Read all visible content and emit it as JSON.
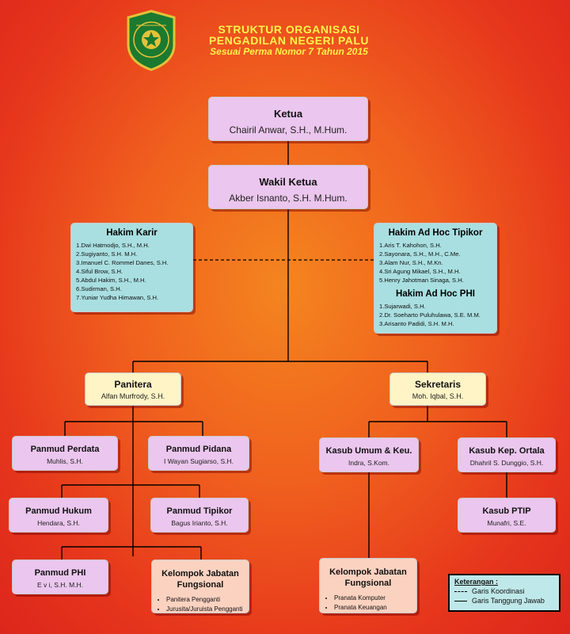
{
  "header": {
    "title_line1": "STRUKTUR ORGANISASI",
    "title_line2": "PENGADILAN NEGERI PALU",
    "title_line3": "Sesuai Perma Nomor 7 Tahun 2015",
    "logo_text": "PENGADILAN NEGERI PALU"
  },
  "colors": {
    "background": "#f0601e",
    "title": "#fff34a",
    "pink": "#ebc6ee",
    "peach": "#fbd2c0",
    "cream": "#fff4c6",
    "teal": "#a9dfe1"
  },
  "ketua": {
    "title": "Ketua",
    "name": "Chairil Anwar, S.H., M.Hum."
  },
  "wakil": {
    "title": "Wakil Ketua",
    "name": "Akber Isnanto, S.H. M.Hum."
  },
  "hakim_karir": {
    "title": "Hakim Karir",
    "items": [
      "1.Dwi Hatmodjo, S.H., M.H.",
      "2.Sugiyanto, S.H. M.H.",
      "3.Imanuel C. Rommel Danes, S.H.",
      "4.Siful Brow, S.H.",
      "5.Abdul Hakim, S.H., M.H.",
      "6.Sudirman, S.H.",
      "7.Yuniar Yudha Himawan, S.H."
    ]
  },
  "hakim_tipikor": {
    "title": "Hakim Ad Hoc Tipikor",
    "items": [
      "1.Aris T. Kahohon, S.H.",
      "2.Sayonara, S.H., M.H., C.Me.",
      "3.Alam Nur, S.H., M.Kn.",
      "4.Sri Agung Mikael, S.H., M.H.",
      "5.Henry Jahotman Sinaga, S.H."
    ]
  },
  "hakim_phi": {
    "title": "Hakim Ad Hoc PHI",
    "items": [
      "1.Sujarwadi, S.H.",
      "2.Dr. Soeharto Puluhulawa, S.E. M.M.",
      "3.Arisanto Padidi, S.H. M.H."
    ]
  },
  "panitera": {
    "title": "Panitera",
    "name": "Alfan Murfrody, S.H."
  },
  "sekretaris": {
    "title": "Sekretaris",
    "name": "Moh. Iqbal, S.H."
  },
  "panmud_perdata": {
    "title": "Panmud Perdata",
    "name": "Muhlis, S.H."
  },
  "panmud_pidana": {
    "title": "Panmud Pidana",
    "name": "I Wayan Sugiarso, S.H."
  },
  "panmud_hukum": {
    "title": "Panmud Hukum",
    "name": "Hendara, S.H."
  },
  "panmud_tipikor": {
    "title": "Panmud Tipikor",
    "name": "Bagus Irianto, S.H."
  },
  "panmud_phi": {
    "title": "Panmud PHI",
    "name": "E v i, S.H. M.H."
  },
  "kasub_umum": {
    "title": "Kasub Umum & Keu.",
    "name": "Indra, S.Kom."
  },
  "kasub_kep": {
    "title": "Kasub Kep. Ortala",
    "name": "Dhahril S. Dunggio, S.H."
  },
  "kasub_ptip": {
    "title": "Kasub PTIP",
    "name": "Munafri, S.E."
  },
  "fungsional_left": {
    "title": "Kelompok Jabatan Fungsional",
    "items": [
      "Panitera Pengganti",
      "Jurusita/Juruista Pengganti"
    ]
  },
  "fungsional_right": {
    "title": "Kelompok Jabatan Fungsional",
    "items": [
      "Pranata Komputer",
      "Pranata Keuangan"
    ]
  },
  "legend": {
    "title": "Keterangan :",
    "koordinasi": "Garis Koordinasi",
    "tanggung_jawab": "Garis Tanggung Jawab"
  }
}
